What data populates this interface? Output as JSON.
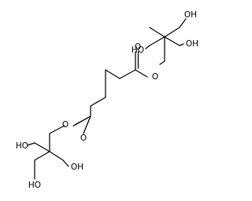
{
  "structure": {
    "atom_labels": {
      "ester_o_upper": "O",
      "ester_o_lower": "O",
      "carbonyl_o_upper": "O",
      "carbonyl_o_lower": "O",
      "oh_upper_left": "HO",
      "oh_upper_top": "OH",
      "oh_upper_right": "OH",
      "oh_lower_left": "HO",
      "oh_lower_bottom": "HO",
      "oh_lower_right": "OH"
    },
    "colors": {
      "bond": "#000000",
      "label": "#000000",
      "background": "#ffffff"
    }
  }
}
